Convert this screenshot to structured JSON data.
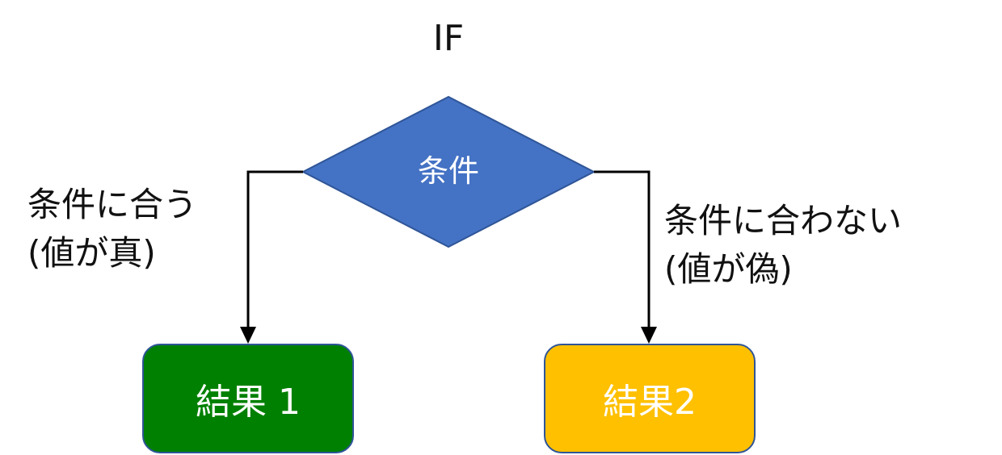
{
  "title": "IF",
  "condition": {
    "label": "条件",
    "color": "#4472c4"
  },
  "branches": {
    "true": {
      "line1": "条件に合う",
      "line2": "(値が真)"
    },
    "false": {
      "line1": "条件に合わない",
      "line2": "(値が偽)"
    }
  },
  "results": [
    {
      "label": "結果 1",
      "color": "#008000"
    },
    {
      "label": "結果2",
      "color": "#ffc000"
    }
  ],
  "colors": {
    "connector": "#000000",
    "box_border": "#2f5597"
  }
}
